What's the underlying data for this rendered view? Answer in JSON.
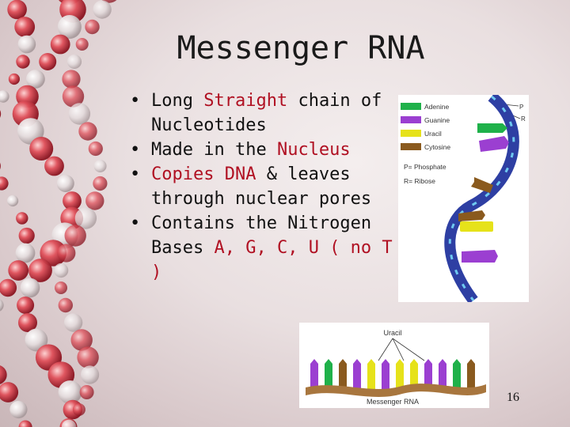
{
  "slide": {
    "title": "Messenger RNA",
    "bullets": [
      {
        "segments": [
          {
            "text": "Long ",
            "color": "#111111"
          },
          {
            "text": "Straight",
            "color": "#b01022"
          },
          {
            "text": " chain of Nucleotides",
            "color": "#111111"
          }
        ]
      },
      {
        "segments": [
          {
            "text": "Made in the ",
            "color": "#111111"
          },
          {
            "text": "Nucleus",
            "color": "#b01022"
          }
        ]
      },
      {
        "segments": [
          {
            "text": "Copies DNA",
            "color": "#b01022"
          },
          {
            "text": " & leaves through nuclear pores",
            "color": "#111111"
          }
        ]
      },
      {
        "segments": [
          {
            "text": "Contains the Nitrogen Bases ",
            "color": "#111111"
          },
          {
            "text": "A, G, C, U ( no T )",
            "color": "#b01022"
          }
        ]
      }
    ],
    "page_number": "16"
  },
  "figure_strand": {
    "legend": [
      {
        "label": "Adenine",
        "color": "#1fb14a",
        "icon": "adenine-swatch"
      },
      {
        "label": "Guanine",
        "color": "#9b3fd1",
        "icon": "guanine-swatch"
      },
      {
        "label": "Uracil",
        "color": "#e6e21a",
        "icon": "uracil-swatch"
      },
      {
        "label": "Cytosine",
        "color": "#8a5a1e",
        "icon": "cytosine-swatch"
      }
    ],
    "note_p": "P= Phosphate",
    "note_r": "R= Ribose",
    "side_labels": [
      "P",
      "R"
    ]
  },
  "figure_mrna": {
    "label_uracil": "Uracil",
    "caption": "Messenger RNA"
  },
  "colors": {
    "accent_red": "#b01022",
    "backbone_blue": "#2e3fa3"
  }
}
